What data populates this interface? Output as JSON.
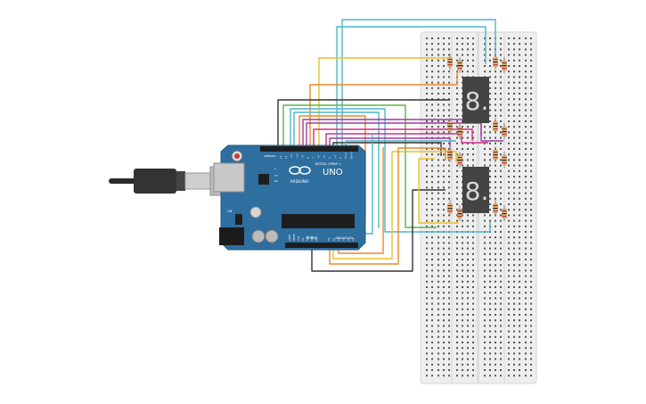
{
  "board": {
    "brand": "ARDUINO",
    "model": "UNO",
    "digital_label": "DIGITAL (PWM~)",
    "power_label": "POWER",
    "analog_label": "ANALOG IN",
    "on_label": "ON",
    "tx_label": "TX",
    "rx_label": "RX",
    "l_label": "L",
    "aref_label": "AREF",
    "gnd_label": "GND",
    "digital_pins": [
      "13",
      "12",
      "~11",
      "~10",
      "~9",
      "8",
      "7",
      "~6",
      "~5",
      "4",
      "~3",
      "2",
      "TX→1",
      "RX←0"
    ],
    "power_pins": [
      "IOREF",
      "RESET",
      "3.3V",
      "5V",
      "GND",
      "GND",
      "Vin"
    ],
    "analog_pins": [
      "A0",
      "A1",
      "A2",
      "A3",
      "A4",
      "A5"
    ]
  },
  "displays": [
    {
      "digit": "8."
    },
    {
      "digit": "8."
    }
  ],
  "colors": {
    "board": "#2e6fa0",
    "breadboard": "#eeeeee",
    "display": "#444444",
    "wire_teal": "#4db6c8",
    "wire_yellow": "#e8c22c",
    "wire_orange": "#e8882c",
    "wire_green": "#58b548",
    "wire_purple": "#9c3ca0",
    "wire_magenta": "#cc2e8c",
    "wire_black": "#333333"
  }
}
